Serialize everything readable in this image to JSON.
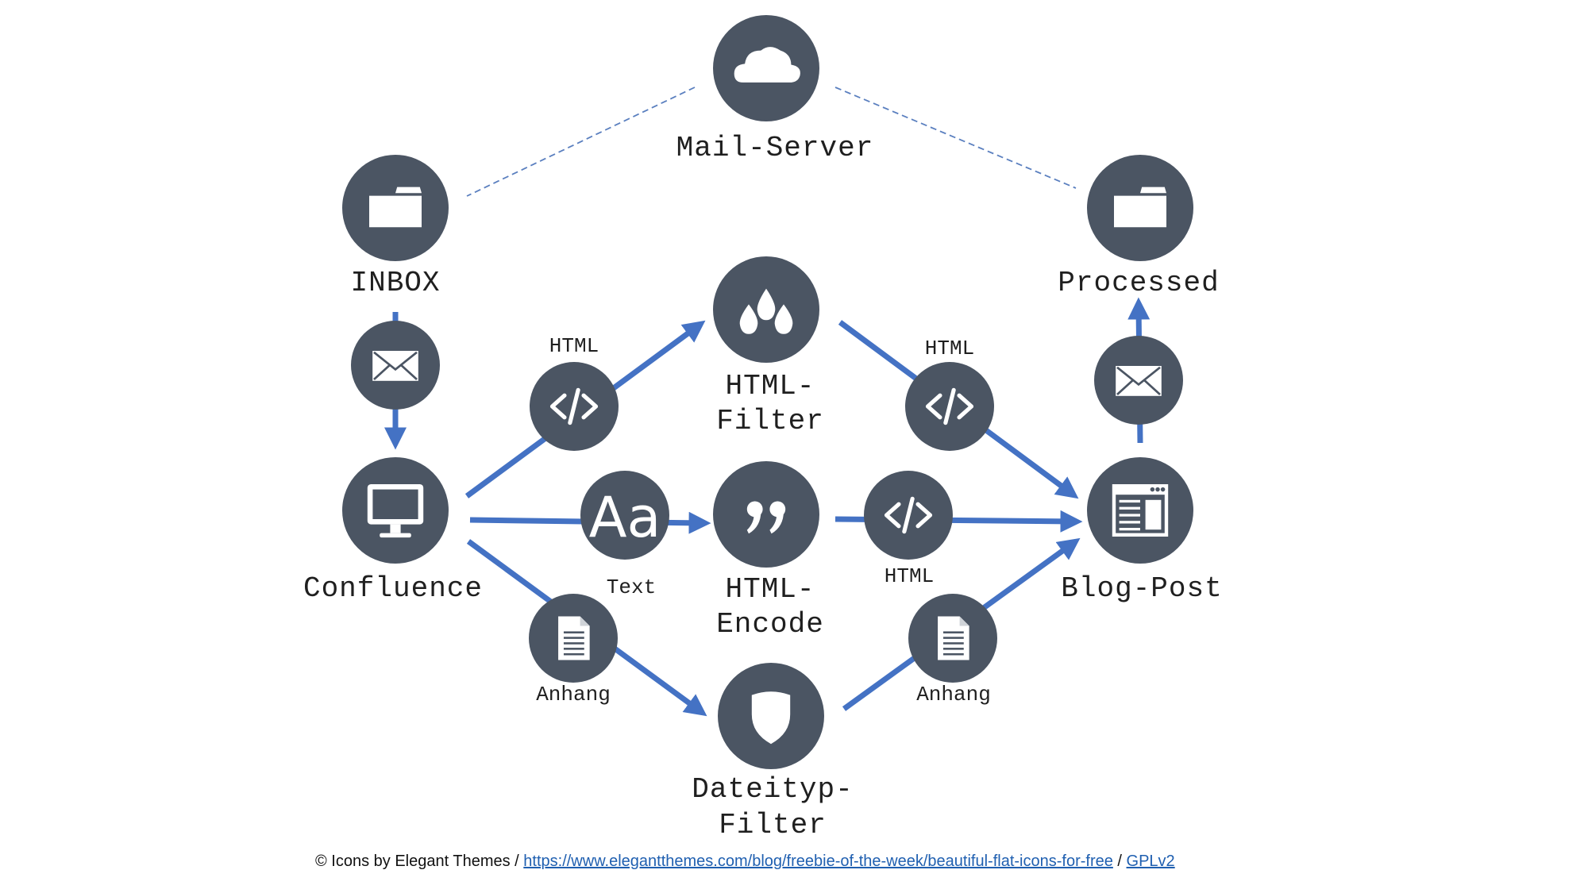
{
  "colors": {
    "node_fill": "#4b5563",
    "icon_fill": "#ffffff",
    "arrow": "#4472c4",
    "dashed": "#5a7fbf"
  },
  "nodes": {
    "mail_server": {
      "label": "Mail-Server",
      "icon": "cloud-icon"
    },
    "inbox": {
      "label": "INBOX",
      "icon": "folder-icon"
    },
    "processed": {
      "label": "Processed",
      "icon": "folder-icon"
    },
    "confluence": {
      "label": "Confluence",
      "icon": "monitor-icon"
    },
    "html_filter": {
      "label_line1": "HTML-",
      "label_line2": "Filter",
      "icon": "drops-icon"
    },
    "html_encode": {
      "label_line1": "HTML-",
      "label_line2": "Encode",
      "icon": "quote-icon"
    },
    "dateityp_filter": {
      "label_line1": "Dateityp-",
      "label_line2": "Filter",
      "icon": "shield-icon"
    },
    "blog_post": {
      "label": "Blog-Post",
      "icon": "browser-window-icon"
    }
  },
  "edge_labels": {
    "confluence_to_filter": "HTML",
    "filter_to_blog": "HTML",
    "confluence_to_encode": "Text",
    "encode_to_blog": "HTML",
    "confluence_to_dateityp": "Anhang",
    "dateityp_to_blog": "Anhang"
  },
  "footer": {
    "prefix": "© Icons by Elegant Themes / ",
    "link_text": "https://www.elegantthemes.com/blog/freebie-of-the-week/beautiful-flat-icons-for-free",
    "separator": " / ",
    "license": "GPLv2"
  }
}
